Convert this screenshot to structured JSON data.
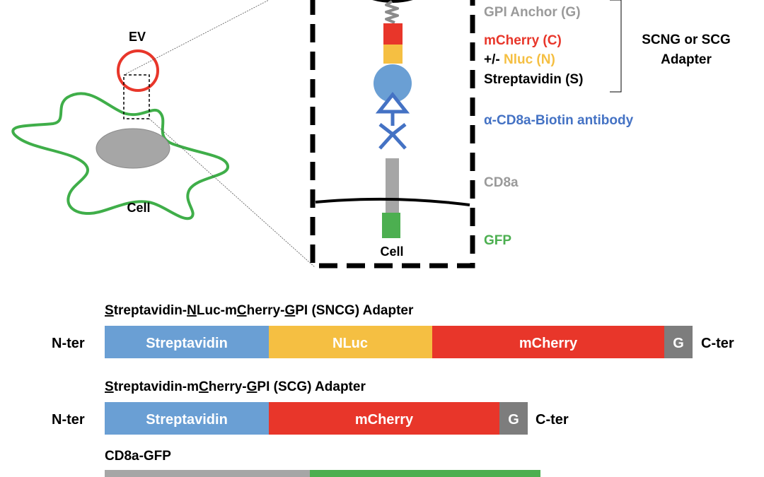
{
  "overview": {
    "ev_label": "EV",
    "cell_label": "Cell"
  },
  "zoom": {
    "cell_label": "Cell",
    "labels": {
      "gpi": "GPI Anchor (G)",
      "mcherry": "mCherry (C)",
      "plusminus": "+/- ",
      "nluc": "Nluc (N)",
      "streptavidin": "Streptavidin (S)",
      "antibody": "α-CD8a-Biotin antibody",
      "cd8a": "CD8a",
      "gfp": "GFP"
    },
    "adapter_bracket": {
      "line1": "SCNG or SCG",
      "line2": "Adapter"
    }
  },
  "constructs": [
    {
      "title_parts": [
        {
          "text": "S",
          "u": true
        },
        {
          "text": "treptavidin-",
          "u": false
        },
        {
          "text": "N",
          "u": true
        },
        {
          "text": "Luc-m",
          "u": false
        },
        {
          "text": "C",
          "u": true
        },
        {
          "text": "herry-",
          "u": false
        },
        {
          "text": "G",
          "u": true
        },
        {
          "text": "PI (SNCG) Adapter",
          "u": false
        }
      ],
      "n_label": "N-ter",
      "c_label": "C-ter",
      "segments": [
        {
          "label": "Streptavidin",
          "color": "#6a9fd4"
        },
        {
          "label": "NLuc",
          "color": "#f5bf42"
        },
        {
          "label": "mCherry",
          "color": "#e8362a"
        },
        {
          "label": "G",
          "color": "#7d7d7d"
        }
      ]
    },
    {
      "title_parts": [
        {
          "text": "S",
          "u": true
        },
        {
          "text": "treptavidin-m",
          "u": false
        },
        {
          "text": "C",
          "u": true
        },
        {
          "text": "herry-",
          "u": false
        },
        {
          "text": "G",
          "u": true
        },
        {
          "text": "PI (SCG) Adapter",
          "u": false
        }
      ],
      "n_label": "N-ter",
      "c_label": "C-ter",
      "segments": [
        {
          "label": "Streptavidin",
          "color": "#6a9fd4"
        },
        {
          "label": "mCherry",
          "color": "#e8362a"
        },
        {
          "label": "G",
          "color": "#7d7d7d"
        }
      ]
    },
    {
      "title_parts": [
        {
          "text": "CD8a-GFP",
          "u": false
        }
      ],
      "n_label": "",
      "c_label": "",
      "segments": [
        {
          "label": "",
          "color": "#a6a6a6"
        },
        {
          "label": "",
          "color": "#4caf50"
        }
      ]
    }
  ],
  "colors": {
    "ev_outline": "#e8362a",
    "cell_outline": "#3fae49",
    "nucleus": "#a6a6a6",
    "gpi_text": "#9a9a9a",
    "mcherry": "#e8362a",
    "nluc": "#f5bf42",
    "streptavidin": "#6a9fd4",
    "antibody": "#4472c4",
    "cd8a": "#a6a6a6",
    "gfp": "#4caf50",
    "black": "#000000"
  }
}
